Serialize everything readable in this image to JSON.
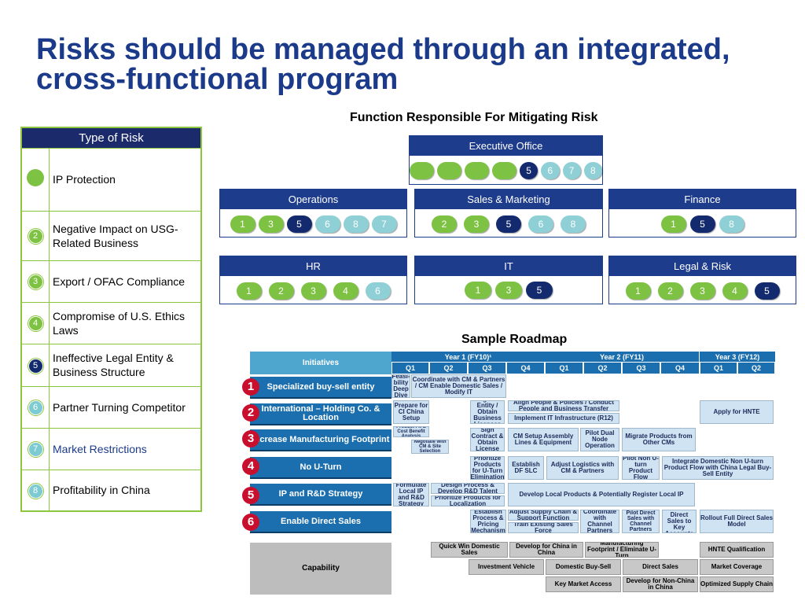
{
  "slide": {
    "title_line1": "Risks should be managed through an integrated,",
    "title_line2": "cross-functional program",
    "function_heading": "Function Responsible For Mitigating Risk",
    "roadmap_heading": "Sample Roadmap"
  },
  "risk_table": {
    "header": "Type of Risk",
    "rows": [
      {
        "num": "",
        "label": "IP Protection"
      },
      {
        "num": "2",
        "label": "Negative Impact on USG-Related Business"
      },
      {
        "num": "3",
        "label": "Export / OFAC Compliance"
      },
      {
        "num": "4",
        "label": "Compromise of U.S. Ethics Laws"
      },
      {
        "num": "5",
        "label": "Ineffective Legal Entity & Business Structure"
      },
      {
        "num": "6",
        "label": "Partner Turning Competitor"
      },
      {
        "num": "7",
        "label": "Market Restrictions"
      },
      {
        "num": "8",
        "label": "Profitability in China"
      }
    ]
  },
  "functions": {
    "exec": {
      "name": "Executive Office",
      "pills": [
        "",
        "",
        "",
        "",
        "5",
        "6",
        "7",
        "8"
      ]
    },
    "ops": {
      "name": "Operations",
      "pills": [
        "1",
        "3",
        "5",
        "6",
        "8",
        "7"
      ]
    },
    "sales": {
      "name": "Sales & Marketing",
      "pills": [
        "2",
        "3",
        "5",
        "6",
        "8"
      ]
    },
    "finance": {
      "name": "Finance",
      "pills": [
        "1",
        "5",
        "8"
      ]
    },
    "hr": {
      "name": "HR",
      "pills": [
        "1",
        "2",
        "3",
        "4",
        "6"
      ]
    },
    "it": {
      "name": "IT",
      "pills": [
        "1",
        "3",
        "5"
      ]
    },
    "legal": {
      "name": "Legal & Risk",
      "pills": [
        "1",
        "2",
        "3",
        "4",
        "5"
      ]
    }
  },
  "roadmap": {
    "initiatives_label": "Initiatives",
    "years": [
      "Year 1 (FY10)¹",
      "Year 2 (FY11)",
      "Year 3 (FY12)"
    ],
    "quarters": [
      "Q1",
      "Q2",
      "Q3",
      "Q4",
      "Q1",
      "Q2",
      "Q3",
      "Q4",
      "Q1",
      "Q2"
    ],
    "initiatives": [
      {
        "num": "1",
        "label": "Specialized buy-sell entity"
      },
      {
        "num": "2",
        "label": "International – Holding Co. & Location"
      },
      {
        "num": "3",
        "label": "Increase Manufacturing Footprint"
      },
      {
        "num": "4",
        "label": "No U-Turn"
      },
      {
        "num": "5",
        "label": "IP and R&D Strategy"
      },
      {
        "num": "6",
        "label": "Enable Direct Sales"
      }
    ],
    "activities": {
      "r1a": "Feasi-bility Deep Dive",
      "r1b": "Coordinate with CM & Partners / CM Enable Domestic Sales / Modify IT",
      "r2a": "Prepare for CI China Setup",
      "r2b": "Register Entity / Obtain Business Licenses",
      "r2c": "Align People & Policies / Conduct People and Business Transfer",
      "r2d": "Implement IT Infrastructure (R12)",
      "r2e": "Apply for HNTE",
      "r3a": "Product Fit & Cost Benefit Analysis",
      "r3b": "Negotiate with CM & Site Selection",
      "r3c": "Sign Contract & Obtain License",
      "r3d": "CM Setup Assembly Lines & Equipment",
      "r3e": "Pilot Dual Node Operation",
      "r3f": "Migrate Products from Other CMs",
      "r4a": "Prioritize Products for U-Turn Elimination",
      "r4b": "Establish DF SLC",
      "r4c": "Adjust Logistics with CM & Partners",
      "r4d": "Pilot Non U-turn Product Flow",
      "r4e": "Integrate Domestic Non U-turn Product Flow with China Legal Buy-Sell Entity",
      "r5a": "Formulate Local IP and R&D Strategy",
      "r5b": "Design Process & Develop R&D Talent",
      "r5c": "Prioritize Products for Localization",
      "r5d": "Develop Local Products & Potentially Register Local IP",
      "r6a": "Establish Process & Pricing Mechanism",
      "r6b": "Adjust Supply Chain & Support Function",
      "r6c": "Train Existing Sales Force",
      "r6d": "Coordinate with Channel Partners",
      "r6e": "Pilot Direct Sales with Channel Partners",
      "r6f": "Rollout Direct Sales to Key Accounts",
      "r6g": "Rollout Full Direct Sales Model"
    },
    "capability_label": "Capability",
    "capabilities": {
      "c1": "Quick Win Domestic Sales",
      "c2": "Develop for China in China",
      "c3": "Manufacturing Footprint / Eliminate U-Turn",
      "c4": "HNTE Qualification",
      "c5": "Investment Vehicle",
      "c6": "Domestic Buy-Sell",
      "c7": "Direct Sales",
      "c8": "Market Coverage",
      "c9": "Key Market Access",
      "c10": "Develop for Non-China in China",
      "c11": "Optimized Supply Chain"
    }
  }
}
